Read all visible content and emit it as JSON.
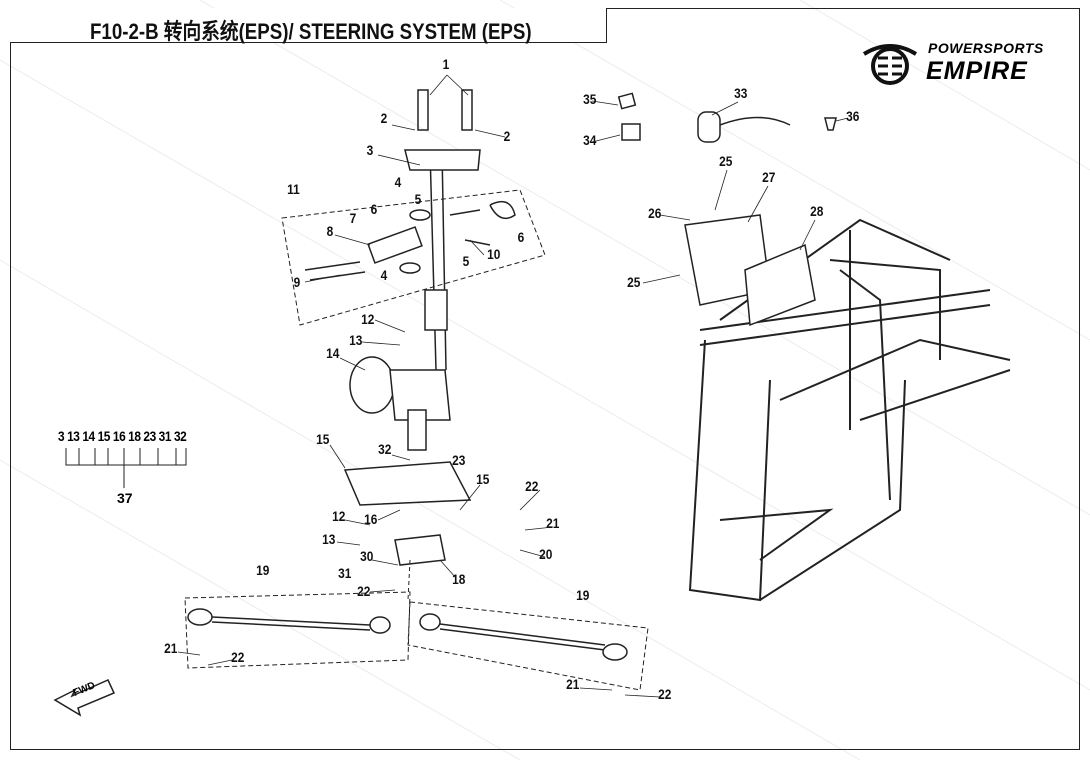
{
  "title": "F10-2-B 转向系统(EPS)/  STEERING SYSTEM (EPS)",
  "logo": {
    "line1": "POWERSPORTS",
    "line2": "EMPIRE"
  },
  "watermark": "POWERSPORTS EMPIRE",
  "assembly_legend": {
    "parts": "3 13 14 15 16 18 23 31 32",
    "assembly": "37"
  },
  "fwd_label": "FWD",
  "callouts": [
    "1",
    "2",
    "2",
    "3",
    "4",
    "5",
    "6",
    "6",
    "7",
    "8",
    "9",
    "10",
    "11",
    "4",
    "5",
    "12",
    "13",
    "14",
    "15",
    "32",
    "23",
    "15",
    "16",
    "12",
    "13",
    "22",
    "21",
    "20",
    "30",
    "31",
    "18",
    "22",
    "19",
    "19",
    "21",
    "22",
    "21",
    "22",
    "35",
    "34",
    "33",
    "36",
    "25",
    "27",
    "26",
    "28",
    "25"
  ]
}
